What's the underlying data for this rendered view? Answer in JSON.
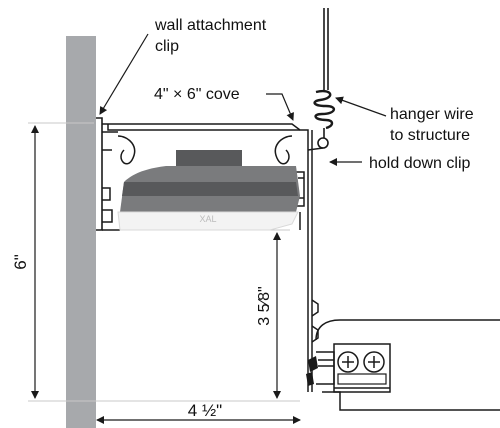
{
  "labels": {
    "wall_clip": [
      "wall attachment",
      "clip"
    ],
    "cove": "4\" × 6\" cove",
    "hanger": [
      "hanger wire",
      "to structure"
    ],
    "hold_down": "hold down clip",
    "dim_height": "6\"",
    "dim_inner_height": "3 5⁄8\"",
    "dim_width": "4 ½\"",
    "logo": "XAL"
  },
  "colors": {
    "wall": "#a7a9ac",
    "line": "#1a1a1a",
    "fixture_dark": "#58595b",
    "fixture_mid": "#7a7b7d",
    "lens": "#f3f3f3",
    "dim_line": "#c8c8c8"
  }
}
